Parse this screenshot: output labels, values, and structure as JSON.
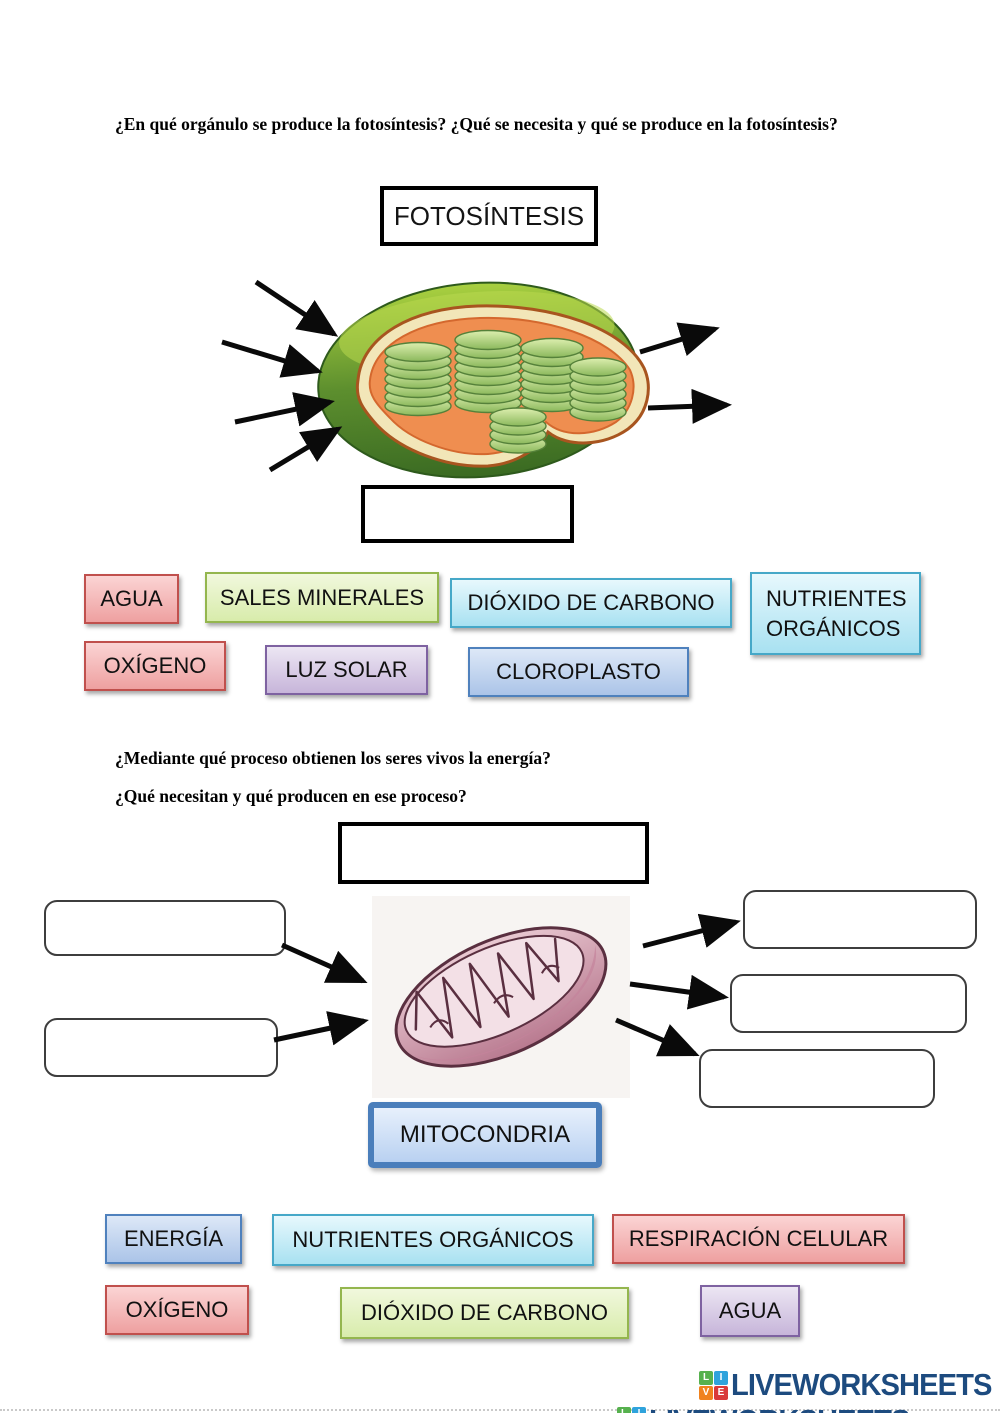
{
  "s1": {
    "question": "¿En qué orgánulo se produce la fotosíntesis? ¿Qué se necesita y qué se produce en la fotosíntesis?",
    "title": "FOTOSÍNTESIS",
    "words": [
      {
        "label": "AGUA",
        "color": "pink"
      },
      {
        "label": "SALES MINERALES",
        "color": "green"
      },
      {
        "label": "DIÓXIDO DE CARBONO",
        "color": "cyan"
      },
      {
        "label": "NUTRIENTES ORGÁNICOS",
        "color": "cyan"
      },
      {
        "label": "OXÍGENO",
        "color": "pink"
      },
      {
        "label": "LUZ SOLAR",
        "color": "purple"
      },
      {
        "label": "CLOROPLASTO",
        "color": "blue"
      }
    ]
  },
  "s2": {
    "question1": "¿Mediante qué proceso obtienen los seres vivos la energía?",
    "question2": "¿Qué necesitan y qué producen en ese proceso?",
    "organelle_label": "MITOCONDRIA",
    "words": [
      {
        "label": "ENERGÍA",
        "color": "blue"
      },
      {
        "label": "NUTRIENTES ORGÁNICOS",
        "color": "cyan"
      },
      {
        "label": "RESPIRACIÓN CELULAR",
        "color": "pink"
      },
      {
        "label": "OXÍGENO",
        "color": "pink"
      },
      {
        "label": "DIÓXIDO DE CARBONO",
        "color": "green"
      },
      {
        "label": "AGUA",
        "color": "purple"
      }
    ]
  },
  "footer": {
    "brand": "LIVEWORKSHEETS",
    "logo_letters": [
      "L",
      "I",
      "V",
      "E"
    ]
  },
  "palette": {
    "chip_pink_border": "#c0504d",
    "chip_green_border": "#94b64e",
    "chip_cyan_border": "#46a8c8",
    "chip_purple_border": "#7e62a1",
    "chip_blue_border": "#4f81bd",
    "mito_box_border": "#4a7ebb",
    "brand_text": "#1d4b7f"
  }
}
